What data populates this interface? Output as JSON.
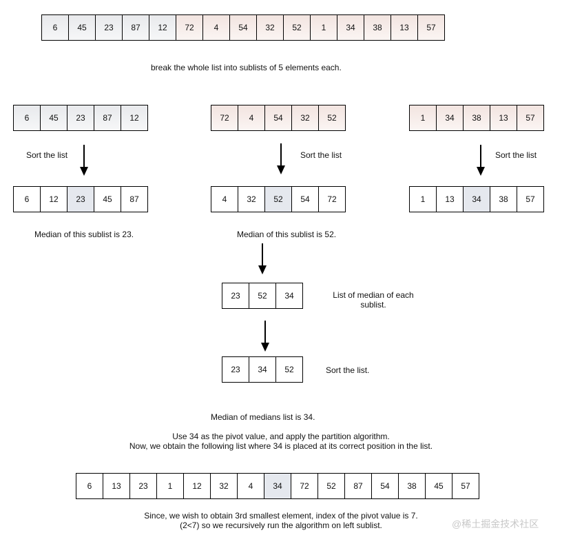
{
  "top_row": [
    "6",
    "45",
    "23",
    "87",
    "12",
    "72",
    "4",
    "54",
    "32",
    "52",
    "1",
    "34",
    "38",
    "13",
    "57"
  ],
  "caption_break": "break the whole list into sublists of 5 elements each.",
  "sublists": [
    {
      "unsorted": [
        "6",
        "45",
        "23",
        "87",
        "12"
      ],
      "sort_label": "Sort the list",
      "sorted": [
        "6",
        "12",
        "23",
        "45",
        "87"
      ],
      "median_text": "Median of this sublist is 23."
    },
    {
      "unsorted": [
        "72",
        "4",
        "54",
        "32",
        "52"
      ],
      "sort_label": "Sort the list",
      "sorted": [
        "4",
        "32",
        "52",
        "54",
        "72"
      ],
      "median_text": "Median of this sublist is 52."
    },
    {
      "unsorted": [
        "1",
        "34",
        "38",
        "13",
        "57"
      ],
      "sort_label": "Sort the list",
      "sorted": [
        "1",
        "13",
        "34",
        "38",
        "57"
      ]
    }
  ],
  "medians_list": [
    "23",
    "52",
    "34"
  ],
  "medians_label_1": "List of median of each",
  "medians_label_2": "sublist.",
  "sorted_medians": [
    "23",
    "34",
    "52"
  ],
  "sorted_medians_label": "Sort the list.",
  "mom_text": "Median of medians list is 34.",
  "pivot_text_1": "Use 34 as the pivot value, and apply the partition algorithm.",
  "pivot_text_2": "Now, we obtain the following list where 34 is placed at its correct position in the list.",
  "partitioned": [
    "6",
    "13",
    "23",
    "1",
    "12",
    "32",
    "4",
    "34",
    "72",
    "52",
    "87",
    "54",
    "38",
    "45",
    "57"
  ],
  "final_text_1": "Since, we wish to obtain 3rd smallest element, index of the pivot value is 7.",
  "final_text_2": "(2<7) so we recursively run the algorithm on left sublist.",
  "watermark": "@稀土掘金技术社区"
}
